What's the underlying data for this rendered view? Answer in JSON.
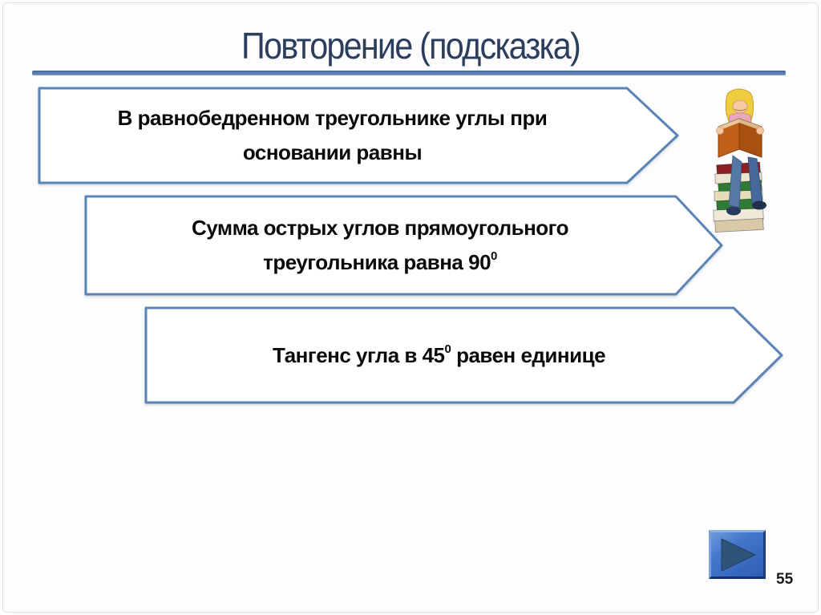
{
  "slide": {
    "title": "Повторение (подсказка)",
    "page_number": "55",
    "boxes": [
      {
        "line1": "В равнобедренном треугольнике углы при",
        "line2": "основании равны"
      },
      {
        "line1": "Сумма острых углов прямоугольного",
        "line2_before_sup": "треугольника равна 90",
        "line2_sup": "0"
      },
      {
        "before_sup": "Тангенс угла в 45",
        "sup": "0",
        "after_sup": " равен единице"
      }
    ],
    "icons": {
      "illustration": "girl-reading-on-book-stack",
      "nav_button_icon": "play-next-triangle"
    },
    "colors": {
      "title_text": "#2c3e5d",
      "title_rule": "#5a7caa",
      "arrow_border": "#5b84b5",
      "box_fill": "#ffffff",
      "box_text": "#0a0a0a",
      "button_face": "#3f72c8",
      "button_triangle": "#2e5479",
      "page_number": "#1a1a1a"
    }
  }
}
